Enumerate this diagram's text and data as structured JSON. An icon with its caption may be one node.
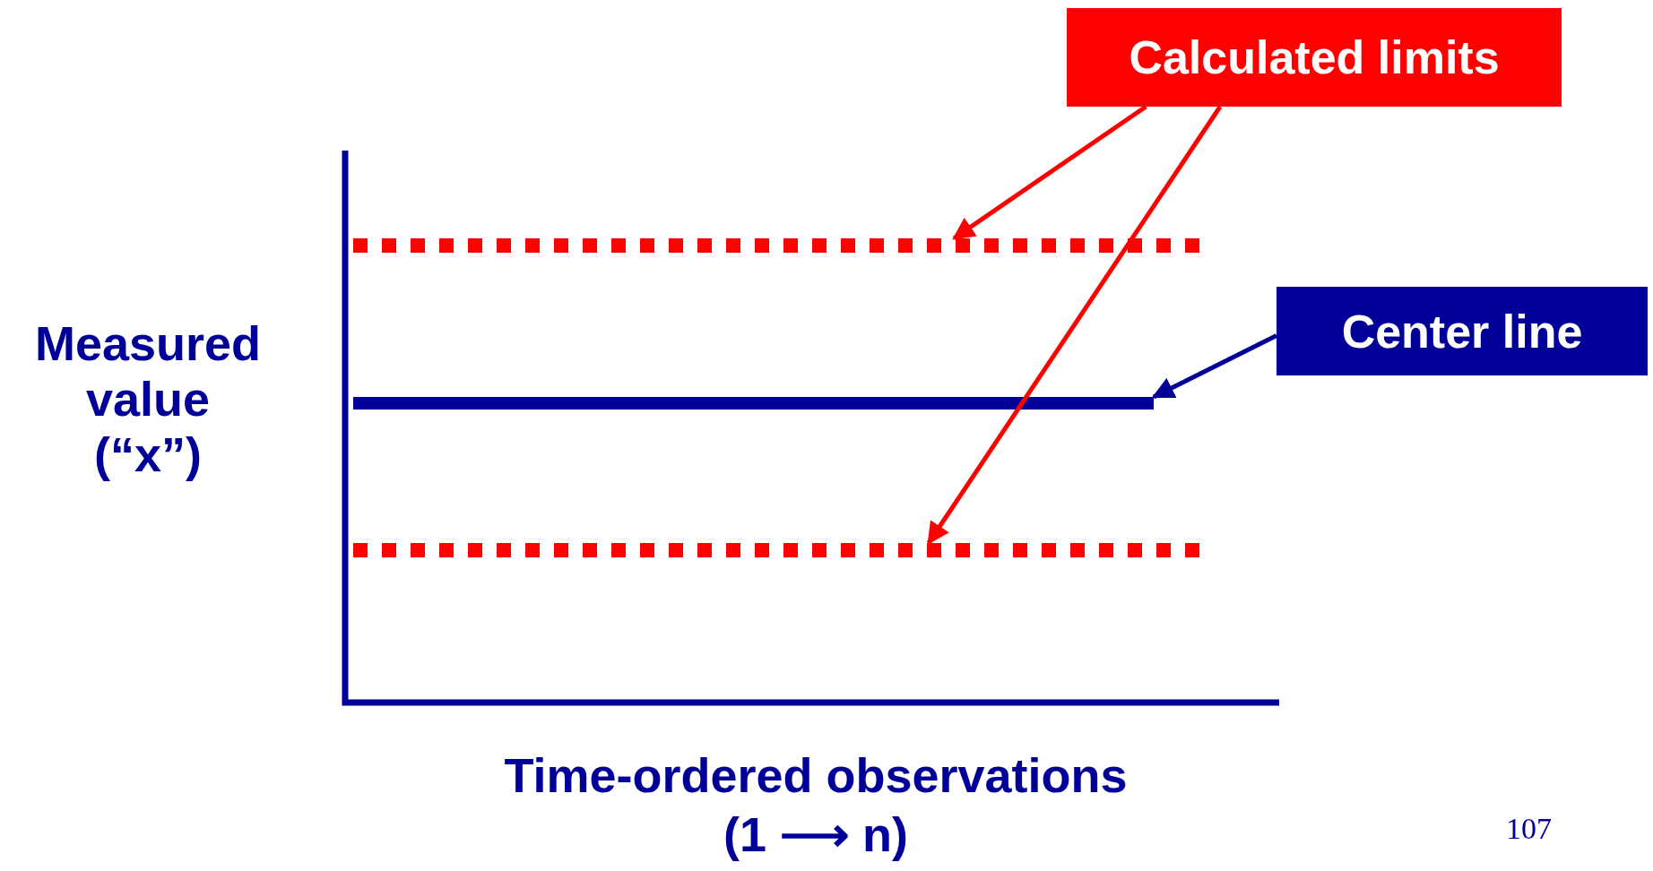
{
  "diagram": {
    "nodes": [
      {
        "text": [
          "Calculated limits"
        ]
      },
      {
        "text": [
          "Center line"
        ]
      },
      {
        "text": [],
        "shape": "line"
      },
      {
        "text": [],
        "shape": "line"
      },
      {
        "text": [],
        "shape": "line"
      }
    ],
    "edges": [
      {
        "from": 0,
        "to": 2,
        "arrow": "to"
      },
      {
        "from": 0,
        "to": 4,
        "arrow": "to"
      },
      {
        "from": 1,
        "to": 3,
        "arrow": "to",
        "color": "#000099"
      }
    ],
    "labels": [
      "Measured value (“x”)",
      "Time-ordered observations",
      "(1 ⟶ n)",
      "107"
    ]
  }
}
